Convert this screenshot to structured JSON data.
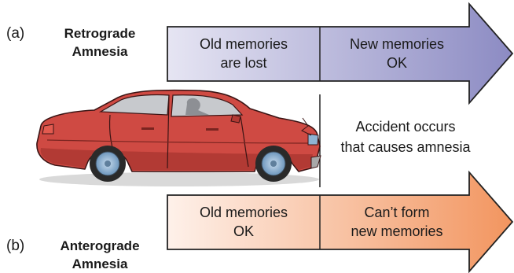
{
  "panel_a": {
    "letter": "(a)",
    "title_line1": "Retrograde",
    "title_line2": "Amnesia",
    "left_line1": "Old memories",
    "left_line2": "are lost",
    "right_line1": "New memories",
    "right_line2": "OK"
  },
  "accident": {
    "line1": "Accident occurs",
    "line2": "that causes amnesia"
  },
  "panel_b": {
    "letter": "(b)",
    "title_line1": "Anterograde",
    "title_line2": "Amnesia",
    "left_line1": "Old memories",
    "left_line2": "OK",
    "right_line1": "Can’t form",
    "right_line2": "new memories"
  },
  "colors": {
    "retro_arrow_start": "#e4e3f2",
    "retro_arrow_end": "#8e8dc4",
    "antero_arrow_start": "#fdeee6",
    "antero_arrow_end": "#f29a6a",
    "car_body": "#cf4a43",
    "wheel": "#8fb3d2"
  }
}
